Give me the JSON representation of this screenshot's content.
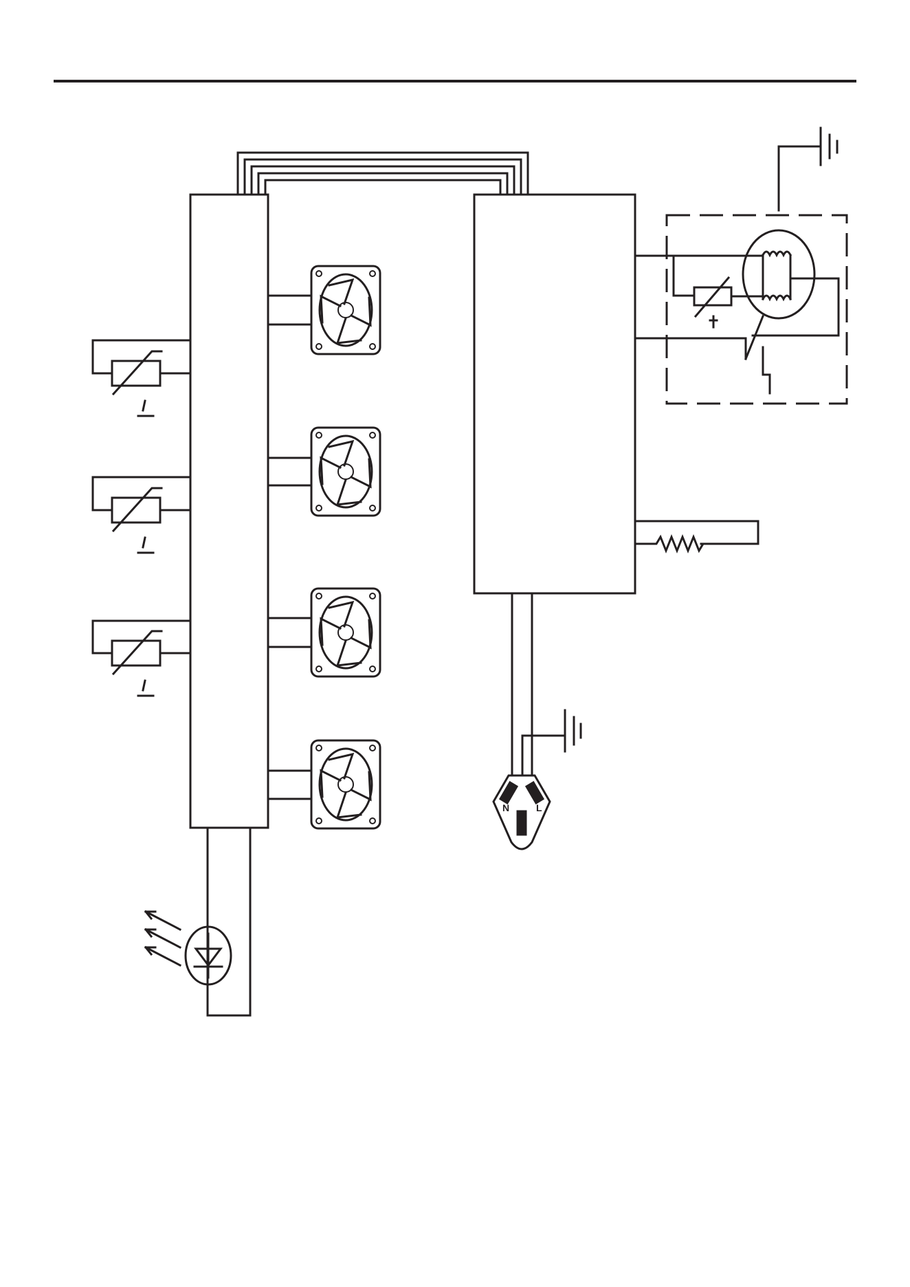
{
  "colors": {
    "ink": "#231f20",
    "paper": "#ffffff"
  },
  "symbols": {
    "thermistor_sign": "+t",
    "plug_pin_left": "N",
    "plug_pin_right": "L"
  }
}
